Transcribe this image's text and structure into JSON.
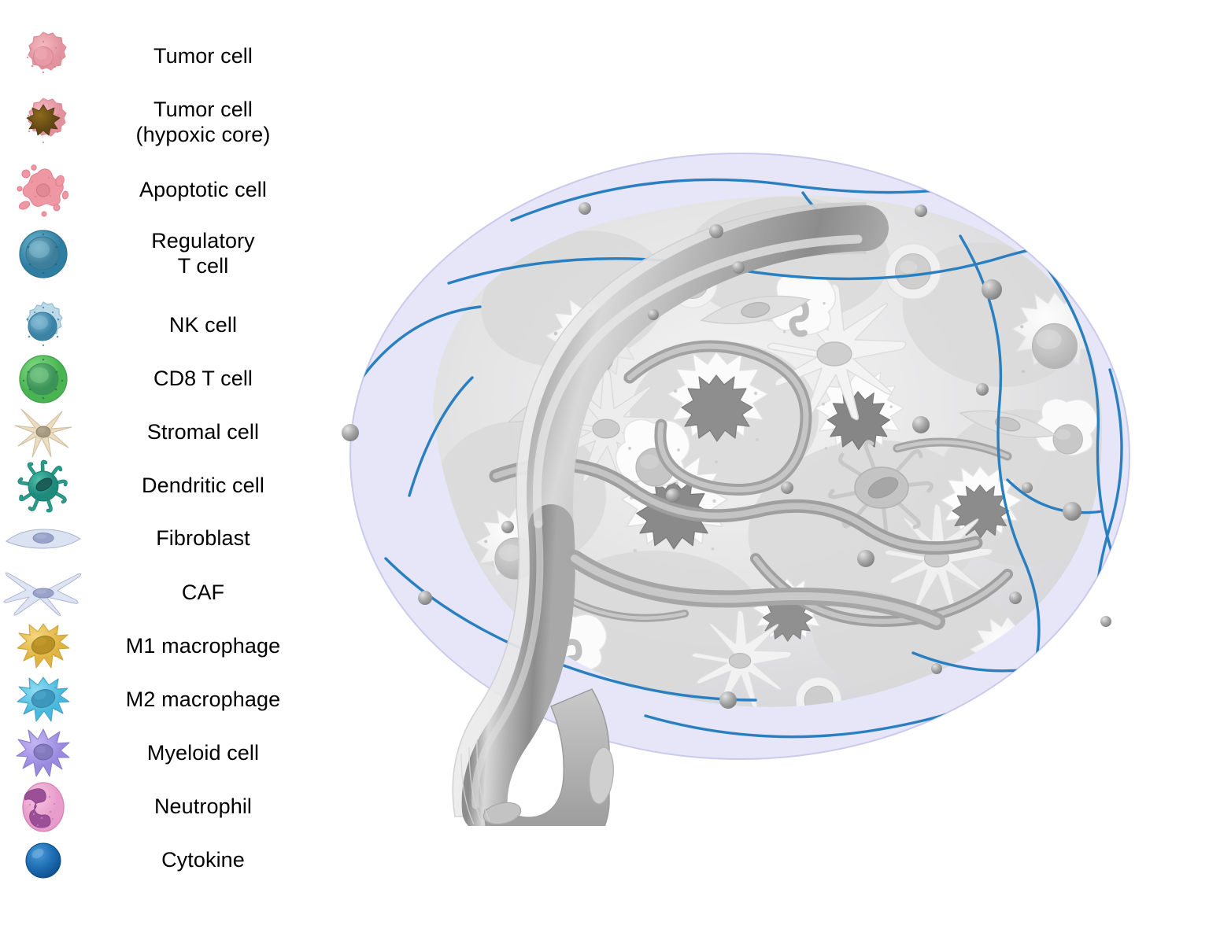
{
  "figure": {
    "kind": "tumor-microenvironment-diagram",
    "background_color": "#ffffff",
    "label_color": "#000000"
  },
  "legend": {
    "title": "",
    "items": [
      {
        "id": "tumor-cell",
        "label": "Tumor cell",
        "label_line2": "",
        "icon": "tumor-cell-icon",
        "color": "#eda3ac",
        "accent": "#e08d99"
      },
      {
        "id": "tumor-cell-hypoxic",
        "label": "Tumor cell",
        "label_line2": "(hypoxic core)",
        "icon": "tumor-cell-hypoxic-icon",
        "color": "#eda3ac",
        "accent": "#7a5c18"
      },
      {
        "id": "apoptotic-cell",
        "label": "Apoptotic cell",
        "label_line2": "",
        "icon": "apoptotic-cell-icon",
        "color": "#ef97a2",
        "accent": "#e2818f"
      },
      {
        "id": "regulatory-t-cell",
        "label": "Regulatory",
        "label_line2": "T cell",
        "icon": "regulatory-t-cell-icon",
        "color": "#3d8fb4",
        "accent": "#4a87a3"
      },
      {
        "id": "nk-cell",
        "label": "NK cell",
        "label_line2": "",
        "icon": "nk-cell-icon",
        "color": "#a8cfe2",
        "accent": "#4a8fb5"
      },
      {
        "id": "cd8-t-cell",
        "label": "CD8 T cell",
        "label_line2": "",
        "icon": "cd8-t-cell-icon",
        "color": "#62c662",
        "accent": "#4aa368"
      },
      {
        "id": "stromal-cell",
        "label": "Stromal cell",
        "label_line2": "",
        "icon": "stromal-cell-icon",
        "color": "#ecdcc0",
        "accent": "#9b8f78"
      },
      {
        "id": "dendritic-cell",
        "label": "Dendritic cell",
        "label_line2": "",
        "icon": "dendritic-cell-icon",
        "color": "#2e9d8c",
        "accent": "#1d6b63"
      },
      {
        "id": "fibroblast",
        "label": "Fibroblast",
        "label_line2": "",
        "icon": "fibroblast-icon",
        "color": "#d6dff0",
        "accent": "#8b96bf"
      },
      {
        "id": "caf",
        "label": "CAF",
        "label_line2": "",
        "icon": "caf-icon",
        "color": "#dde4f3",
        "accent": "#8b93bd"
      },
      {
        "id": "m1-macrophage",
        "label": "M1 macrophage",
        "label_line2": "",
        "icon": "m1-macrophage-icon",
        "color": "#edc457",
        "accent": "#a58522"
      },
      {
        "id": "m2-macrophage",
        "label": "M2 macrophage",
        "label_line2": "",
        "icon": "m2-macrophage-icon",
        "color": "#5cc8e8",
        "accent": "#3c93b5"
      },
      {
        "id": "myeloid-cell",
        "label": "Myeloid cell",
        "label_line2": "",
        "icon": "myeloid-cell-icon",
        "color": "#a99ae8",
        "accent": "#7b74b8"
      },
      {
        "id": "neutrophil",
        "label": "Neutrophil",
        "label_line2": "",
        "icon": "neutrophil-icon",
        "color": "#eeaad3",
        "accent": "#9b4f96"
      },
      {
        "id": "cytokine",
        "label": "Cytokine",
        "label_line2": "",
        "icon": "cytokine-icon",
        "color": "#1f6fb5",
        "accent": "#14538c"
      }
    ]
  },
  "illustration": {
    "name": "tumor-microenvironment",
    "ellipse_fill": "#e6e6f8",
    "ellipse_stroke": "#c9caec",
    "fiber_color": "#2a7fc0",
    "vessel_color": "#a9a9a9",
    "vessel_highlight": "#e8e8e8",
    "cytokine_sphere_color": "#9a9a9a",
    "cell_tones": {
      "membrane_light": "#fbfbfb",
      "cytoplasm": "#e2e2e2",
      "nucleus_mid": "#bcbcbc",
      "hypoxic_core": "#8d8d8d",
      "hypoxic_core_dark": "#707070"
    },
    "description": "Desaturated grayscale rendering of a solid tumor mass inside a pale lavender boundary, traversed by a large grey blood vessel with a cut cross-section at its lower end, blue extracellular matrix / nerve fibres, and scattered grey cytokine spheres."
  }
}
